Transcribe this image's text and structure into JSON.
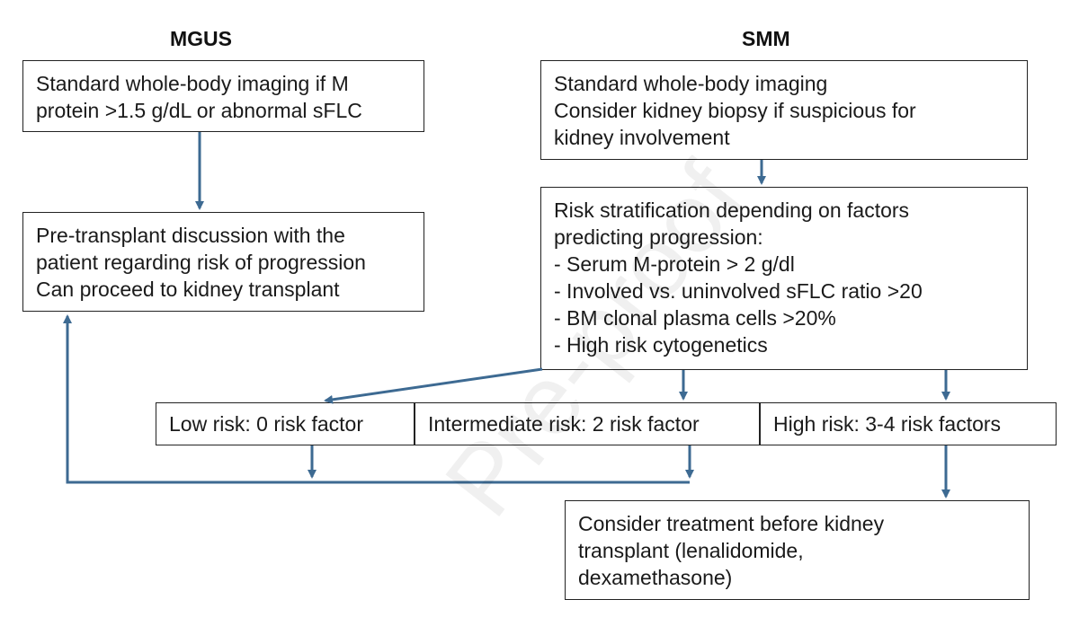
{
  "headings": {
    "left": "MGUS",
    "right": "SMM"
  },
  "mgus": {
    "imaging": [
      "Standard whole-body imaging if M",
      "protein >1.5 g/dL or abnormal sFLC"
    ],
    "discussion": [
      "Pre-transplant discussion with the",
      "patient regarding risk of progression",
      "Can proceed to kidney transplant"
    ]
  },
  "smm": {
    "imaging": [
      "Standard whole-body imaging",
      "Consider kidney biopsy if suspicious for",
      "kidney involvement"
    ],
    "risk_stratification": [
      "Risk stratification depending on factors",
      "predicting progression:",
      "- Serum M-protein > 2 g/dl",
      "- Involved vs. uninvolved sFLC ratio >20",
      "- BM clonal plasma cells >20%",
      "- High risk cytogenetics"
    ],
    "low_risk": "Low risk: 0 risk factor",
    "intermediate_risk": "Intermediate risk: 2 risk factor",
    "high_risk": "High risk: 3-4 risk factors",
    "treatment": [
      "Consider treatment before kidney",
      "transplant  (lenalidomide,",
      "dexamethasone)"
    ]
  },
  "watermark": "Pre-proof",
  "colors": {
    "arrow": "#3d6a92",
    "border": "#222222"
  }
}
